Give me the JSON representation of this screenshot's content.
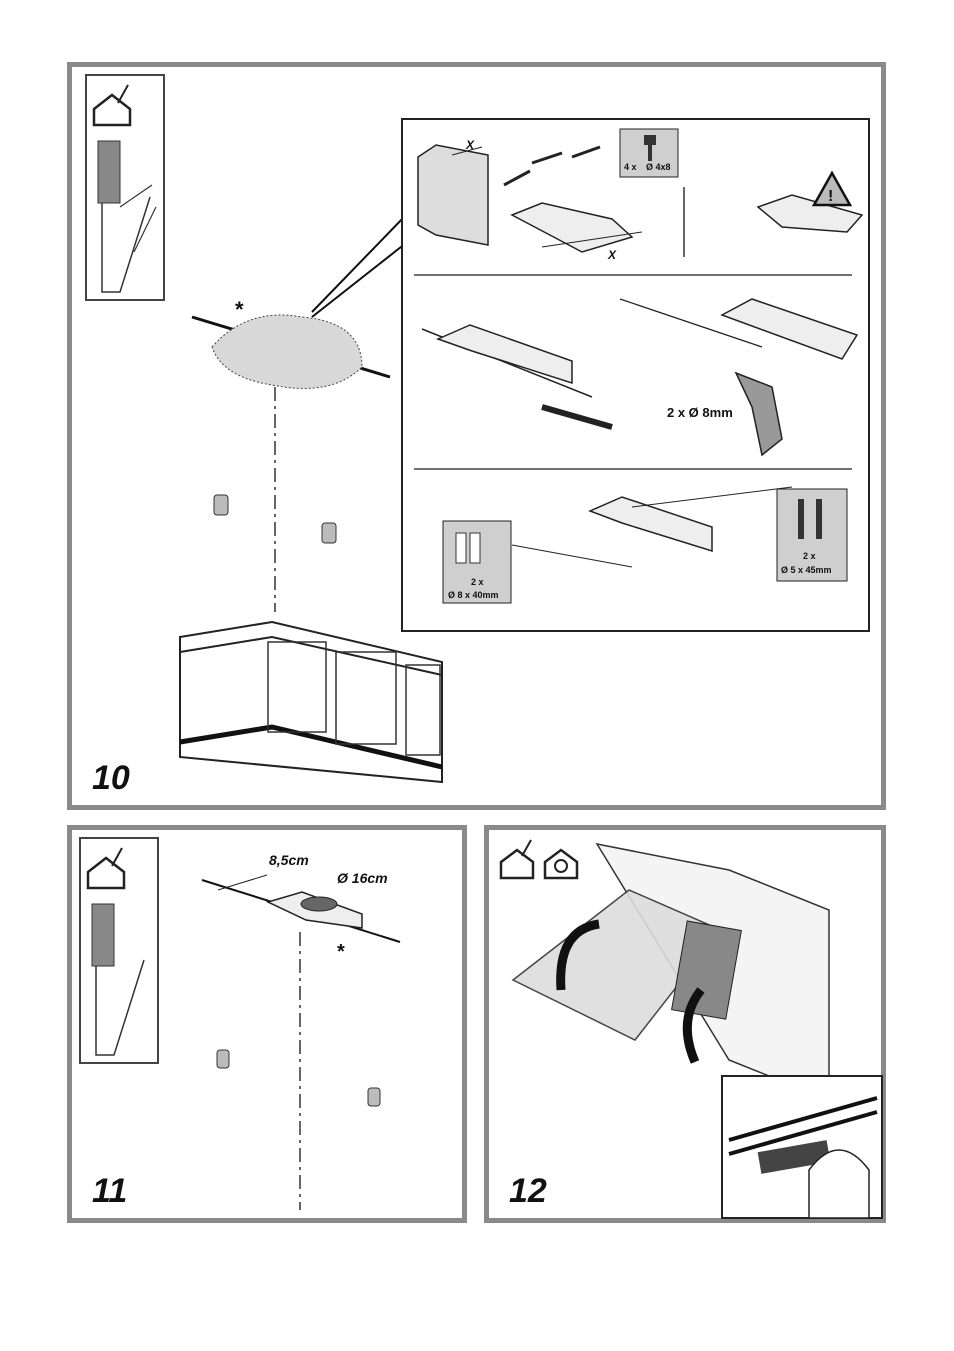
{
  "steps": [
    {
      "number": "10",
      "asterisk": "*",
      "detail": {
        "dimension_x": "X",
        "screws_box": {
          "qty": "4 x",
          "spec": "Ø 4x8"
        },
        "warning": "!",
        "drill_label": "2 x Ø 8mm",
        "plugs_box": {
          "qty": "2 x",
          "spec": "Ø 8 x 40mm"
        },
        "screws2_box": {
          "qty": "2 x",
          "spec": "Ø 5 x 45mm"
        }
      }
    },
    {
      "number": "11",
      "distance_label": "8,5cm",
      "diameter_label": "Ø 16cm",
      "asterisk": "*"
    },
    {
      "number": "12"
    }
  ]
}
